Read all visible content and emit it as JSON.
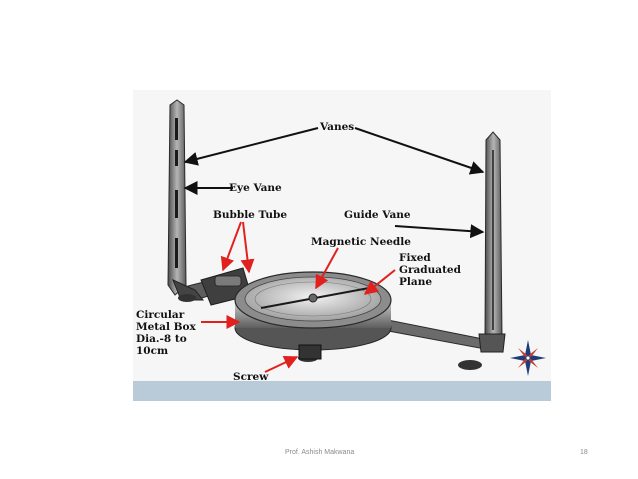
{
  "slide": {
    "labels": {
      "vanes": "Vanes",
      "eye_vane": "Eye Vane",
      "bubble_tube": "Bubble Tube",
      "guide_vane": "Guide Vane",
      "magnetic_needle": "Magnetic Needle",
      "fixed_plane": [
        "Fixed",
        "Graduated",
        "Plane"
      ],
      "circular_box": [
        "Circular",
        "Metal Box",
        "Dia.-8 to",
        "10cm"
      ],
      "screw": "Screw"
    },
    "footer": {
      "author": "Prof. Ashish Makwana",
      "page": "18"
    },
    "colors": {
      "arrow_red": "#e0211d",
      "arrow_black": "#111111",
      "bottom_band": "#b9cbd9",
      "figure_bg": "#f6f6f6",
      "metal_dark": "#3c3c3c",
      "metal_light": "#a8a8a8"
    }
  }
}
